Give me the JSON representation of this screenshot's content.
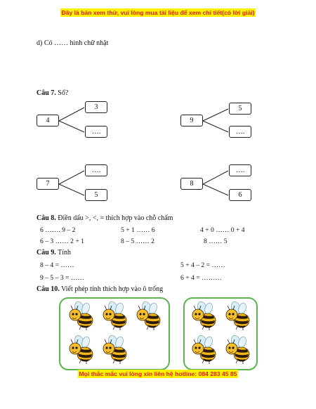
{
  "header_banner": "Đây là bản xem thử, vui lòng mua tài liệu để xem chi tiết(có lời giải)",
  "footer_banner": "Mọi thắc mắc vui lòng xin liên hệ hotline: 084 283 45 85",
  "part_d": "d) Có …… hình chữ nhật",
  "q7": {
    "label": "Câu 7.",
    "text": "Số?",
    "trees": [
      {
        "root": "4",
        "top": "3",
        "bottom": "…."
      },
      {
        "root": "9",
        "top": "5",
        "bottom": "…."
      },
      {
        "root": "7",
        "top": "….",
        "bottom": "5"
      },
      {
        "root": "8",
        "top": "….",
        "bottom": "6"
      }
    ]
  },
  "q8": {
    "label": "Câu 8.",
    "text": "Điền dấu >, <, = thích hợp vào chỗ chấm",
    "rows": [
      [
        "6 ……. 9 – 2",
        "5 + 1 …… 6",
        "4 + 0 …… 0 + 4"
      ],
      [
        "6 – 3 …… 2 + 1",
        "8 – 5 …… 2",
        "8 …… 5"
      ]
    ]
  },
  "q9": {
    "label": "Câu 9.",
    "text": "Tính",
    "rows": [
      [
        "8 – 4 = ……",
        "5 + 4 – 2 = ……"
      ],
      [
        "9 – 5 – 3 = ……",
        "6 + 4 = ………"
      ]
    ]
  },
  "q10": {
    "label": "Câu 10.",
    "text": "Viết phép tính thích hợp vào ô trống",
    "groups": [
      {
        "count": 5
      },
      {
        "count": 4
      }
    ],
    "border_color": "#5bb450"
  },
  "colors": {
    "banner_text": "#e21b1b",
    "banner_highlight": "#fff200"
  }
}
